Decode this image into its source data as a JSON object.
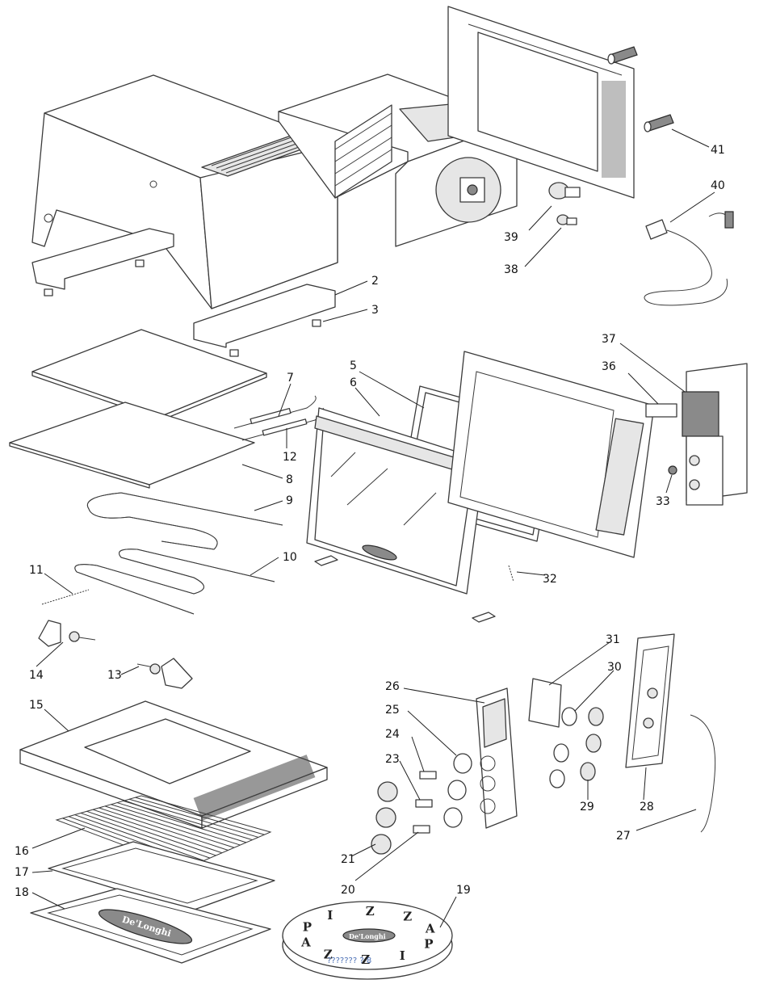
{
  "diagram": {
    "callouts": [
      "2",
      "3",
      "5",
      "6",
      "7",
      "8",
      "9",
      "10",
      "11",
      "12",
      "13",
      "14",
      "15",
      "16",
      "17",
      "18",
      "19",
      "20",
      "21",
      "23",
      "24",
      "25",
      "26",
      "27",
      "28",
      "29",
      "30",
      "31",
      "32",
      "33",
      "36",
      "37",
      "38",
      "39",
      "40",
      "41"
    ],
    "brand_mark": "De'Longhi",
    "pizza_stone_letters": [
      "P",
      "I",
      "Z",
      "Z",
      "A",
      "P",
      "I",
      "Z",
      "Z",
      "A"
    ],
    "pizza_stone_code": "??????? ? 8"
  }
}
